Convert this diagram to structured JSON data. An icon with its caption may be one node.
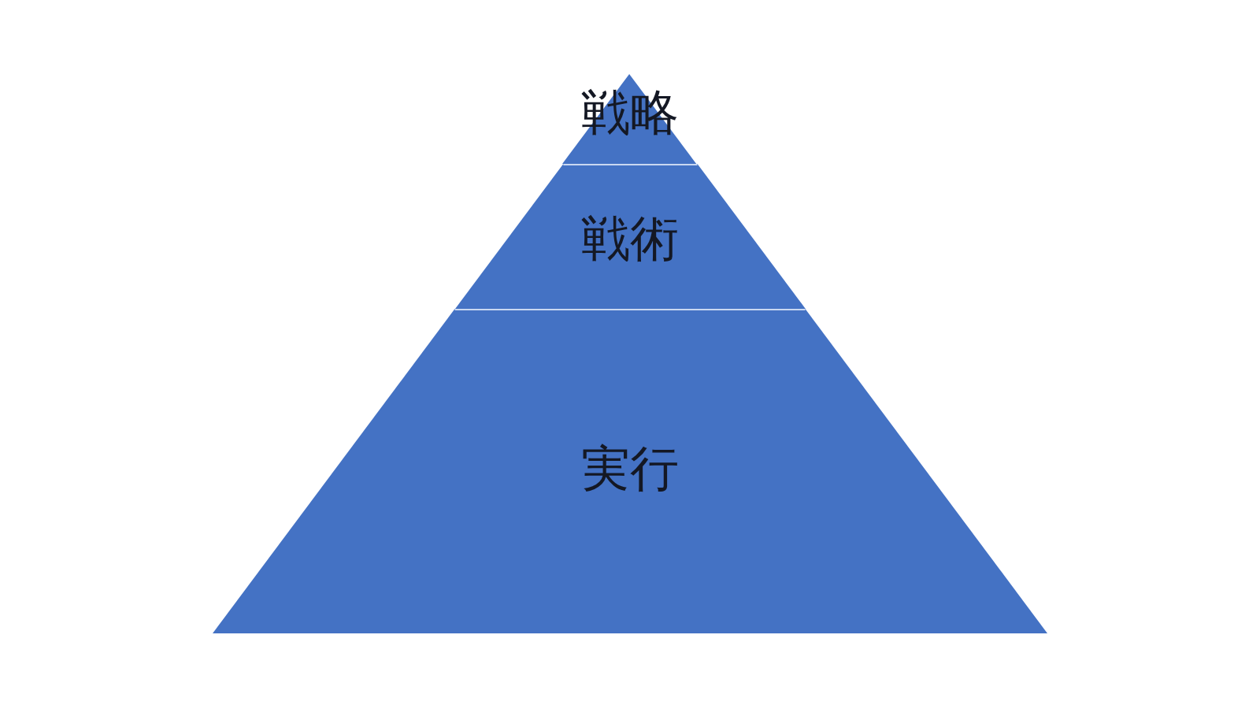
{
  "diagram": {
    "nodes": [
      {
        "text": [
          "戦略"
        ]
      },
      {
        "text": [
          "戦術"
        ]
      },
      {
        "text": [
          "実行"
        ]
      }
    ]
  }
}
